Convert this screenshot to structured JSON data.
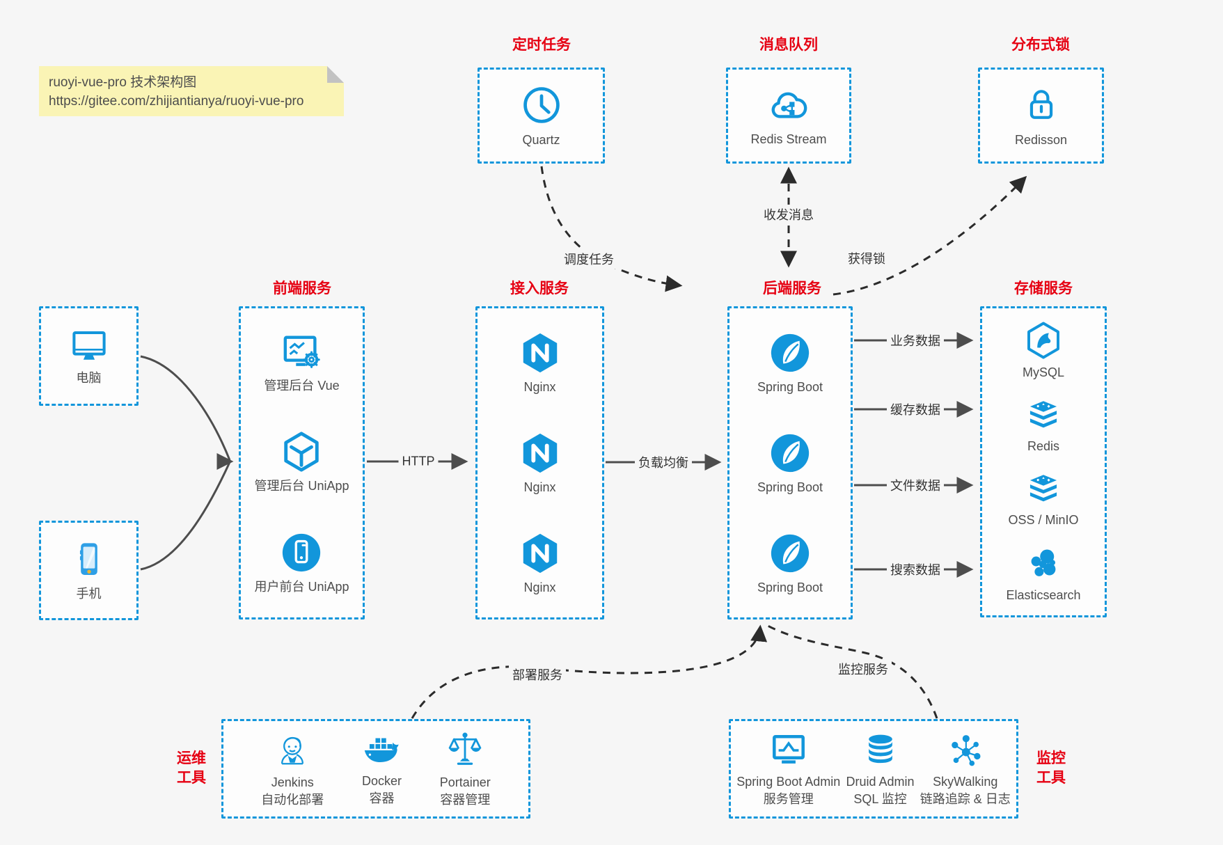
{
  "note": {
    "line1": "ruoyi-vue-pro 技术架构图",
    "line2": "https://gitee.com/zhijiantianya/ruoyi-vue-pro"
  },
  "colors": {
    "accent_blue": "#1296db",
    "title_red": "#e60012",
    "label_gray": "#4d4d4d",
    "solid_arrow": "#4d4d4d",
    "dashed_arrow": "#2b2b2b",
    "note_bg": "#faf4b5",
    "canvas_bg": "#f6f6f6"
  },
  "top_services": [
    {
      "title": "定时任务",
      "item": "Quartz",
      "icon": "clock-icon"
    },
    {
      "title": "消息队列",
      "item": "Redis Stream",
      "icon": "cloud-message-icon"
    },
    {
      "title": "分布式锁",
      "item": "Redisson",
      "icon": "lock-icon"
    }
  ],
  "clients": [
    {
      "label": "电脑",
      "icon": "desktop-icon"
    },
    {
      "label": "手机",
      "icon": "smartphone-icon"
    }
  ],
  "columns": {
    "frontend": {
      "title": "前端服务",
      "items": [
        {
          "label": "管理后台 Vue"
        },
        {
          "label": "管理后台 UniApp"
        },
        {
          "label": "用户前台 UniApp"
        }
      ]
    },
    "gateway": {
      "title": "接入服务",
      "items": [
        {
          "label": "Nginx"
        },
        {
          "label": "Nginx"
        },
        {
          "label": "Nginx"
        }
      ]
    },
    "backend": {
      "title": "后端服务",
      "items": [
        {
          "label": "Spring Boot"
        },
        {
          "label": "Spring Boot"
        },
        {
          "label": "Spring Boot"
        }
      ]
    },
    "storage": {
      "title": "存储服务",
      "items": [
        {
          "label": "MySQL"
        },
        {
          "label": "Redis"
        },
        {
          "label": "OSS / MinIO"
        },
        {
          "label": "Elasticsearch"
        }
      ]
    }
  },
  "bottom": {
    "ops": {
      "title_line1": "运维",
      "title_line2": "工具",
      "items": [
        {
          "name": "Jenkins",
          "desc": "自动化部署"
        },
        {
          "name": "Docker",
          "desc": "容器"
        },
        {
          "name": "Portainer",
          "desc": "容器管理"
        }
      ]
    },
    "monitor": {
      "title_line1": "监控",
      "title_line2": "工具",
      "items": [
        {
          "name": "Spring Boot Admin",
          "desc": "服务管理"
        },
        {
          "name": "Druid Admin",
          "desc": "SQL 监控"
        },
        {
          "name": "SkyWalking",
          "desc": "链路追踪 & 日志"
        }
      ]
    }
  },
  "edges": {
    "http": "HTTP",
    "load_balance": "负载均衡",
    "schedule": "调度任务",
    "message": "收发消息",
    "lock": "获得锁",
    "biz_data": "业务数据",
    "cache_data": "缓存数据",
    "file_data": "文件数据",
    "search_data": "搜索数据",
    "deploy": "部署服务",
    "monitor": "监控服务"
  }
}
